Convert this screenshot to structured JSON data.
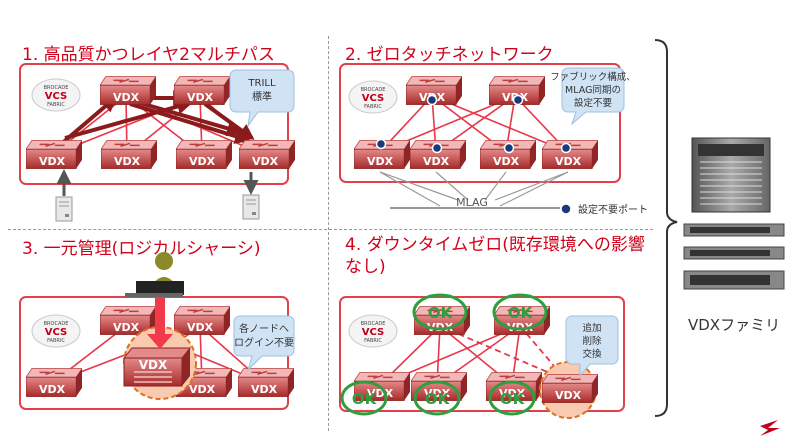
{
  "quadrants": {
    "q1": {
      "title": "1. 高品質かつレイヤ2マルチパス",
      "bubble_line1": "TRILL",
      "bubble_line2": "標準"
    },
    "q2": {
      "title": "2. ゼロタッチネットワーク",
      "bubble_line1": "ファブリック構成、",
      "bubble_line2": "MLAG同期の",
      "bubble_line3": "設定不要",
      "mlag_label": "MLAG",
      "port_label": "設定不要ポート"
    },
    "q3": {
      "title": "3. 一元管理(ロジカルシャーシ)",
      "bubble_line1": "各ノードへ",
      "bubble_line2": "ログイン不要"
    },
    "q4": {
      "title": "4. ダウンタイムゼロ(既存環境への影響なし)",
      "bubble_line1": "追加",
      "bubble_line2": "削除",
      "bubble_line3": "交換",
      "ok_label": "OK"
    }
  },
  "switch_label": "VDX",
  "logo": {
    "line1": "BROCADE",
    "line2": "VCS",
    "line3": "FABRIC"
  },
  "family_label": "VDXファミリ",
  "colors": {
    "title_red": "#d0021b",
    "frame_red": "#e0414a",
    "link_red": "#e8364a",
    "dark_red_arrow": "#8b1a1a",
    "ok_green": "#2e9e3e",
    "bubble_blue": "#cfe3f5"
  }
}
